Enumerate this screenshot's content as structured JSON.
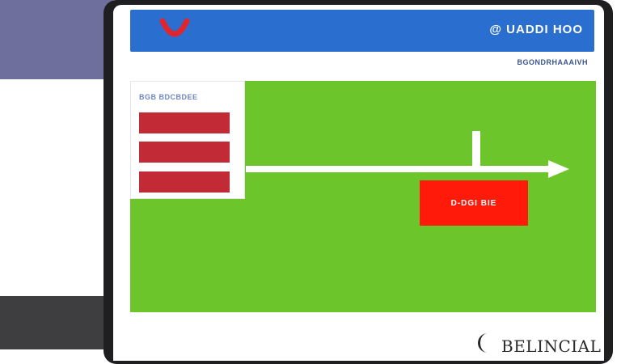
{
  "header": {
    "title": "@ UADDI HOO",
    "logo_icon": "smile-arc-icon",
    "logo_color": "#e1252f",
    "bg_color": "#2a6fd0"
  },
  "subnav": {
    "link_label": "BGONDRHAAAIVH"
  },
  "side_panel": {
    "title": "BGB BDCBDEE",
    "items": [
      {
        "label": "",
        "color": "#c22b35"
      },
      {
        "label": "",
        "color": "#c22b35"
      },
      {
        "label": "",
        "color": "#c22b35"
      }
    ]
  },
  "canvas": {
    "bg_color": "#6cc52a",
    "arrow_icon": "arrow-right-icon"
  },
  "action": {
    "button_label": "D-DGI BIE",
    "color": "#ff1a0a"
  },
  "footer": {
    "brand_text": "BELINCIAL",
    "brand_icon": "crescent-icon"
  }
}
